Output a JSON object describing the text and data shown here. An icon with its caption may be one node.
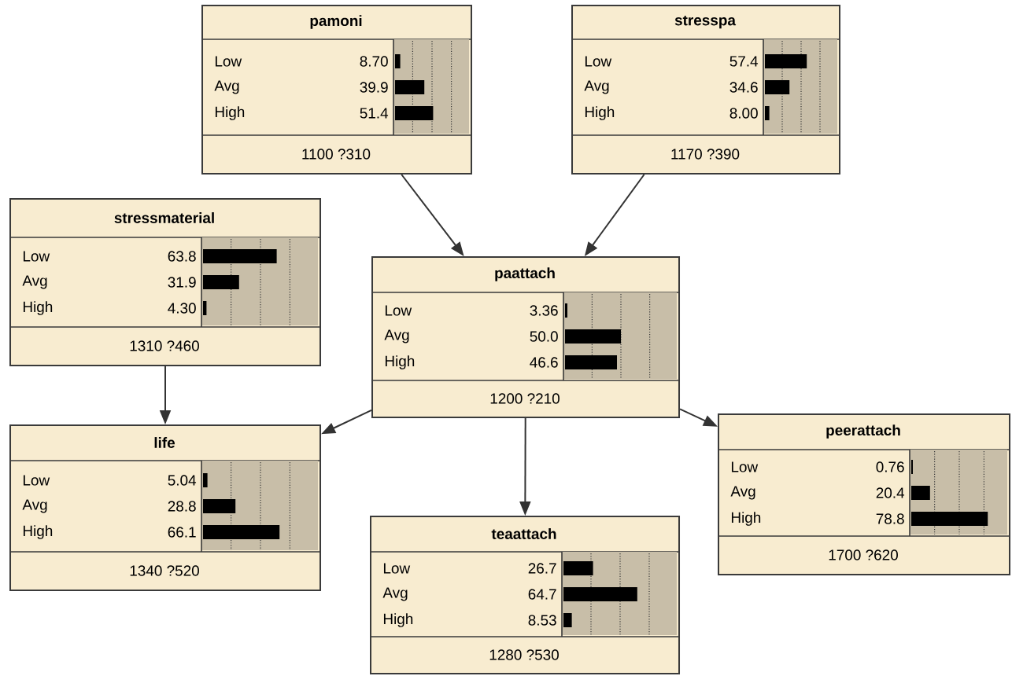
{
  "diagram": {
    "nodes": [
      {
        "text": [
          "pamoni",
          "Low",
          "8.70",
          "Avg",
          "39.9",
          "High",
          "51.4",
          "1100 ?310"
        ]
      },
      {
        "text": [
          "stresspa",
          "Low",
          "57.4",
          "Avg",
          "34.6",
          "High",
          "8.00",
          "1170 ?390"
        ]
      },
      {
        "text": [
          "stressmaterial",
          "Low",
          "63.8",
          "Avg",
          "31.9",
          "High",
          "4.30",
          "1310 ?460"
        ]
      },
      {
        "text": [
          "paattach",
          "Low",
          "3.36",
          "Avg",
          "50.0",
          "High",
          "46.6",
          "1200 ?210"
        ]
      },
      {
        "text": [
          "life",
          "Low",
          "5.04",
          "Avg",
          "28.8",
          "High",
          "66.1",
          "1340 ?520"
        ]
      },
      {
        "text": [
          "teaattach",
          "Low",
          "26.7",
          "Avg",
          "64.7",
          "High",
          "8.53",
          "1280 ?530"
        ]
      },
      {
        "text": [
          "peerattach",
          "Low",
          "0.76",
          "Avg",
          "20.4",
          "High",
          "78.8",
          "1700 ?620"
        ]
      }
    ],
    "edges": [
      {
        "from": 0,
        "to": 3,
        "arrow": "to"
      },
      {
        "from": 1,
        "to": 3,
        "arrow": "to"
      },
      {
        "from": 2,
        "to": 4,
        "arrow": "to"
      },
      {
        "from": 3,
        "to": 4,
        "arrow": "to"
      },
      {
        "from": 3,
        "to": 5,
        "arrow": "to"
      },
      {
        "from": 3,
        "to": 6,
        "arrow": "to"
      }
    ]
  }
}
